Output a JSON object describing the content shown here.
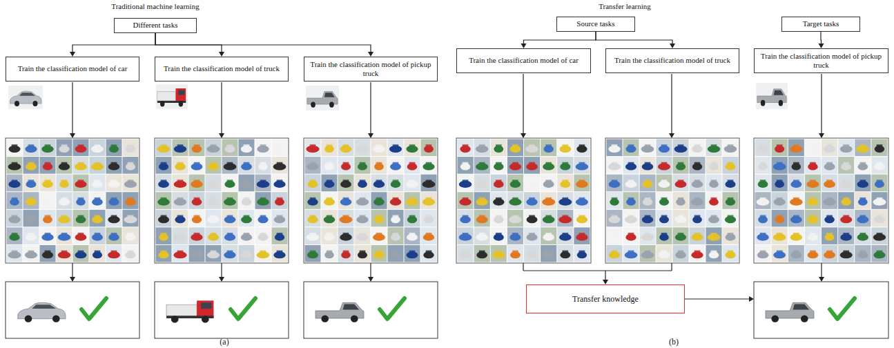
{
  "diagram": {
    "nodes": [
      {
        "text": [
          "Different tasks"
        ]
      },
      {
        "text": [
          "Train the classification model of car"
        ]
      },
      {
        "text": [
          "Train the classification model of truck"
        ]
      },
      {
        "text": [
          "Train the classification model of pickup truck"
        ]
      },
      {
        "text": [
          "Source tasks"
        ]
      },
      {
        "text": [
          "Target tasks"
        ]
      },
      {
        "text": [
          "Train the classification model of car"
        ]
      },
      {
        "text": [
          "Train the classification model of truck"
        ]
      },
      {
        "text": [
          "Train the classification model of pickup truck"
        ]
      },
      {
        "text": [
          "Transfer knowledge"
        ]
      }
    ],
    "edges": [
      {
        "from": 0,
        "to": 1,
        "arrow": "to"
      },
      {
        "from": 0,
        "to": 2,
        "arrow": "to"
      },
      {
        "from": 0,
        "to": 3,
        "arrow": "to"
      },
      {
        "from": 4,
        "to": 6,
        "arrow": "to"
      },
      {
        "from": 4,
        "to": 7,
        "arrow": "to"
      },
      {
        "from": 5,
        "to": 8,
        "arrow": "to"
      }
    ],
    "labels": [
      "Traditional machine learning",
      "Transfer learning",
      "(a)",
      "(b)"
    ]
  }
}
